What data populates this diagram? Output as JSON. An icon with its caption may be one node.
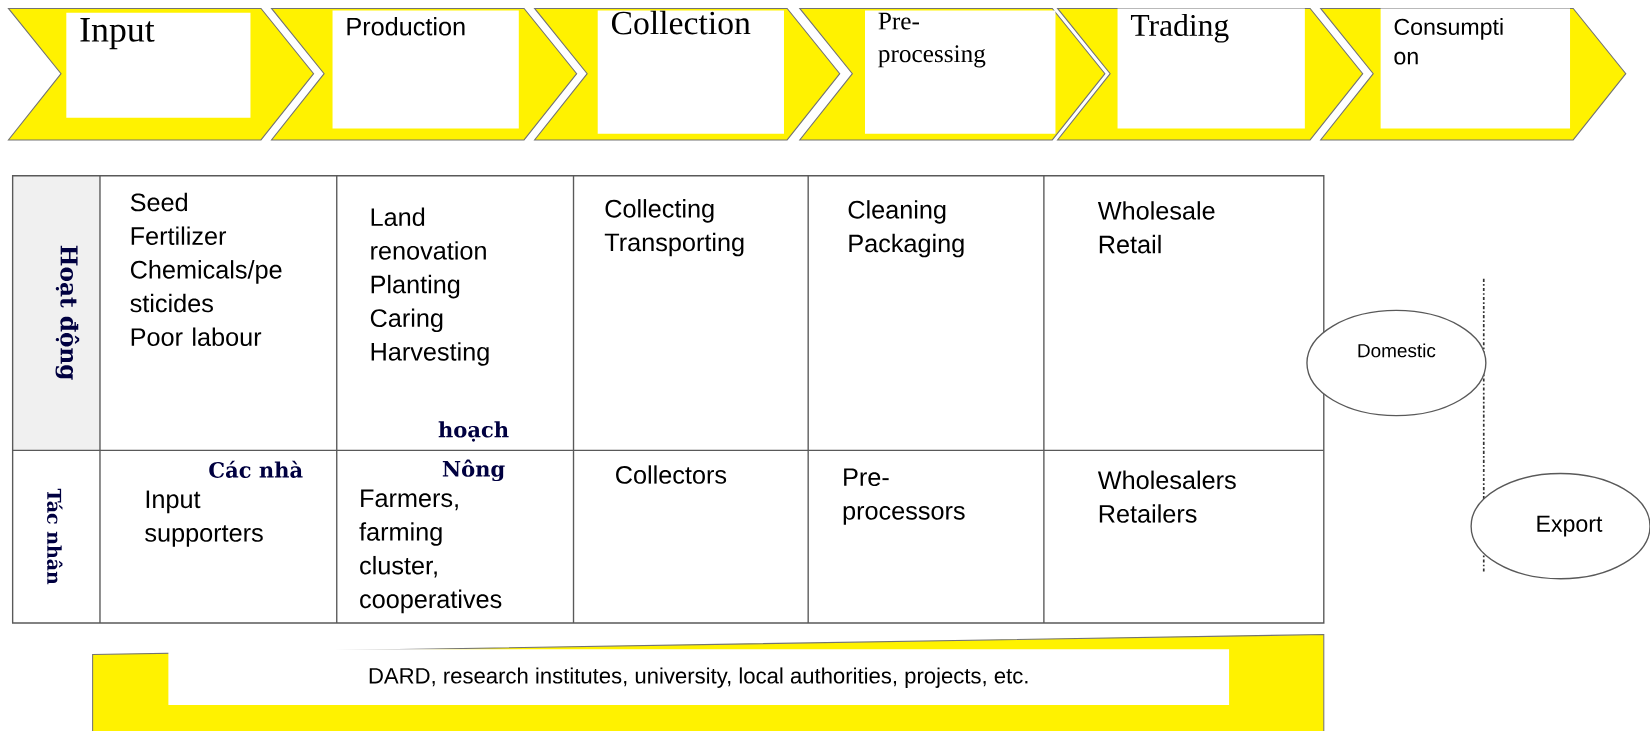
{
  "diagram": {
    "nodes": [
      {
        "text": [
          "Input"
        ]
      },
      {
        "text": [
          "Production"
        ]
      },
      {
        "text": [
          "Collection"
        ]
      },
      {
        "text": [
          "Pre- processing"
        ]
      },
      {
        "text": [
          "Trading"
        ]
      },
      {
        "text": [
          "Consumpti on"
        ]
      },
      {
        "text": [
          "Domestic"
        ]
      },
      {
        "text": [
          "Export"
        ]
      },
      {
        "text": [
          "DARD, research institutes, university, local authorities, projects, etc."
        ]
      }
    ],
    "labels": [
      "Hoạt động",
      "Seed",
      "Fertilizer",
      "Chemicals/pe sticides",
      "Poor labour",
      "Land renovation",
      "Planting",
      "Caring",
      "Harvesting",
      "Collecting",
      "Transporting",
      "Cleaning",
      "Packaging",
      "Wholesale",
      "Retail",
      "hoạch",
      "Tác nhân",
      "Các nhà",
      "Input supporters",
      "Nông",
      "Farmers, farming cluster, cooperatives",
      "Collectors",
      "Pre- processors",
      "Wholesalers",
      "Retailers"
    ]
  }
}
